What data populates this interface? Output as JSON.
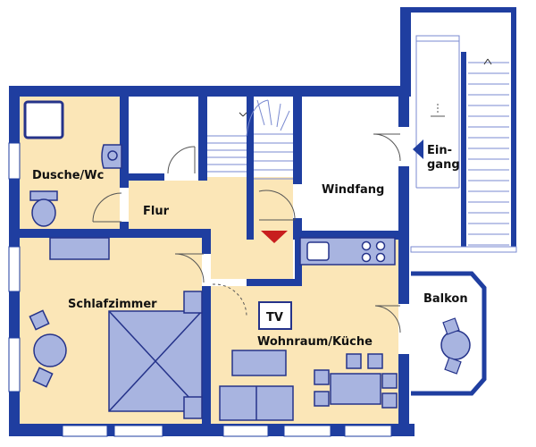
{
  "floorplan": {
    "rooms": [
      {
        "key": "dusche",
        "label": "Dusche/Wc"
      },
      {
        "key": "flur",
        "label": "Flur"
      },
      {
        "key": "windfang",
        "label": "Windfang"
      },
      {
        "key": "schlafzimmer",
        "label": "Schlafzimmer"
      },
      {
        "key": "wohnraum",
        "label": "Wohnraum/Küche"
      },
      {
        "key": "balkon",
        "label": "Balkon"
      }
    ],
    "entrance": {
      "line1": "Ein-",
      "line2": "gang"
    },
    "tv_label": "TV",
    "colors": {
      "wall": "#1f3ea0",
      "room_fill": "#fbe6b7",
      "furniture": "#a8b4e0",
      "furniture_stroke": "#25338a",
      "stair_line": "#7a8ad0",
      "window": "#ffffff",
      "arrow": "#c81e1e"
    }
  }
}
